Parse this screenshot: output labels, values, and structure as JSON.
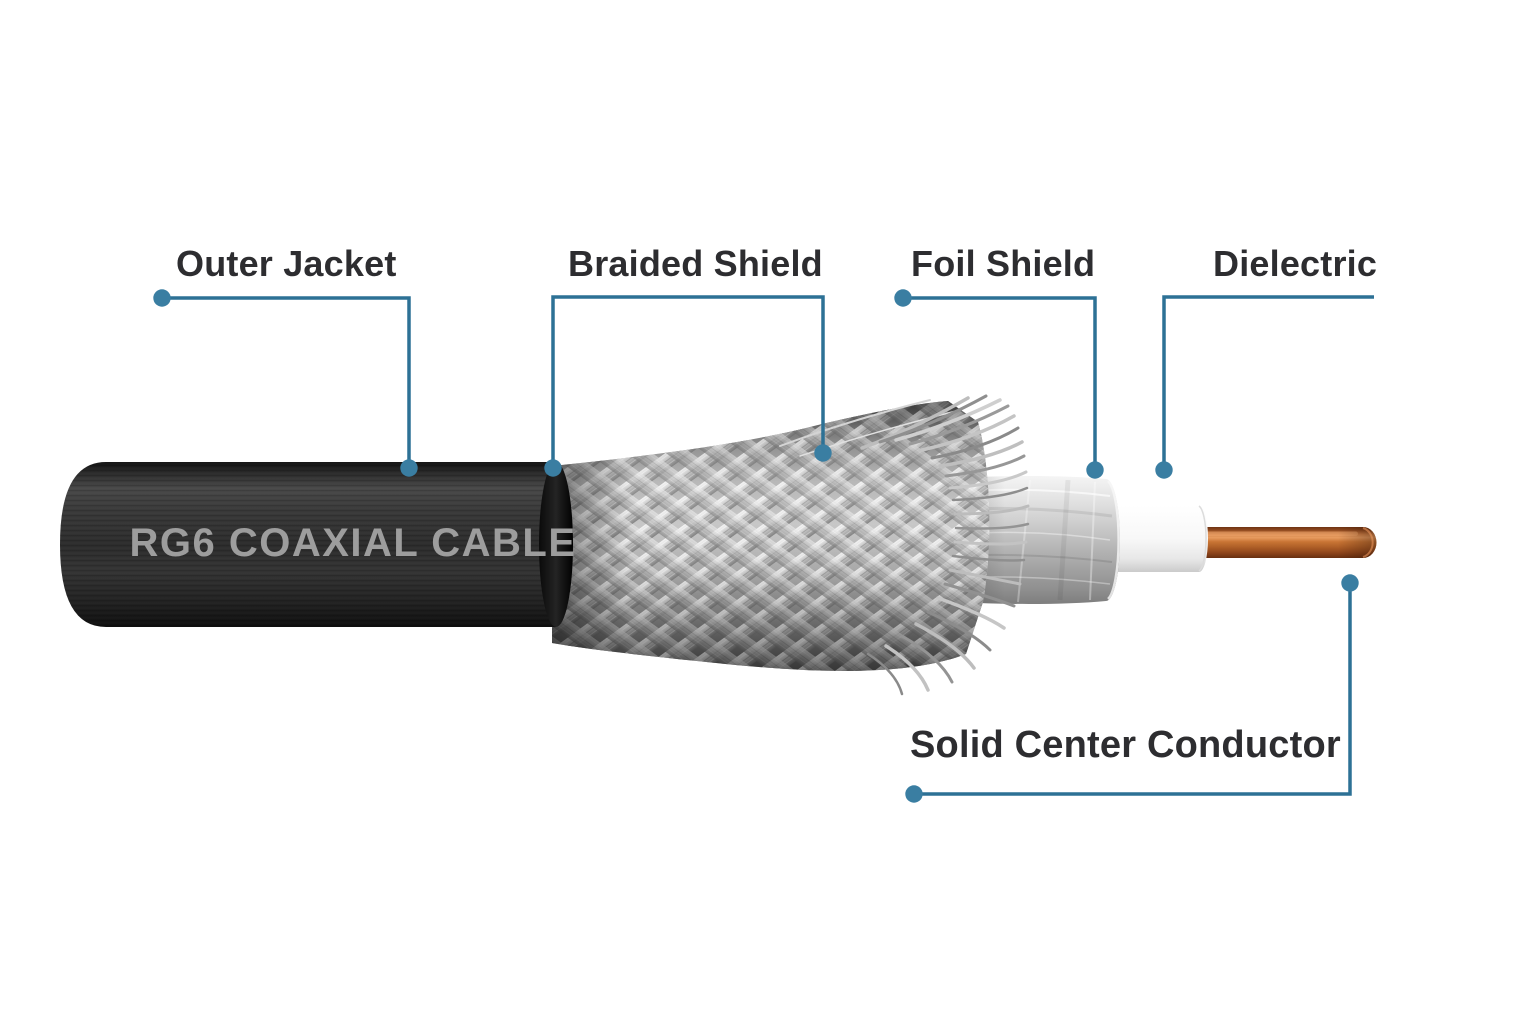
{
  "diagram": {
    "subject": "RG6 coaxial cable cutaway",
    "jacket_print": "RG6 COAXIAL CABLE",
    "labels": {
      "outer_jacket": "Outer Jacket",
      "braided_shield": "Braided Shield",
      "foil_shield": "Foil Shield",
      "dielectric": "Dielectric",
      "solid_center_conductor": "Solid Center Conductor"
    },
    "colors": {
      "background": "#ffffff",
      "leader_line": "#2d7195",
      "leader_dot": "#3a7ea2",
      "label_text": "#2d2d30",
      "jacket": "#2d2d2d",
      "jacket_print_text": "#9d9d9d",
      "braided_shield": "#b5b5b5",
      "foil_shield": "#c6c6c6",
      "dielectric_layer": "#f5f5f5",
      "copper_conductor": "#c2753c"
    }
  }
}
